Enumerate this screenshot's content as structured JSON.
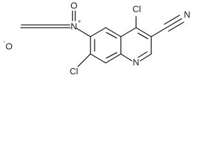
{
  "molecule": {
    "atoms": {
      "cl_top": "Cl",
      "cl_left": "Cl",
      "ring_n": "N",
      "nitrile_n": "N",
      "nitro_n": "N",
      "nitro_n_charge": "+",
      "nitro_o_top": "O",
      "nitro_o_left": "O",
      "nitro_o_charge": "-"
    }
  }
}
